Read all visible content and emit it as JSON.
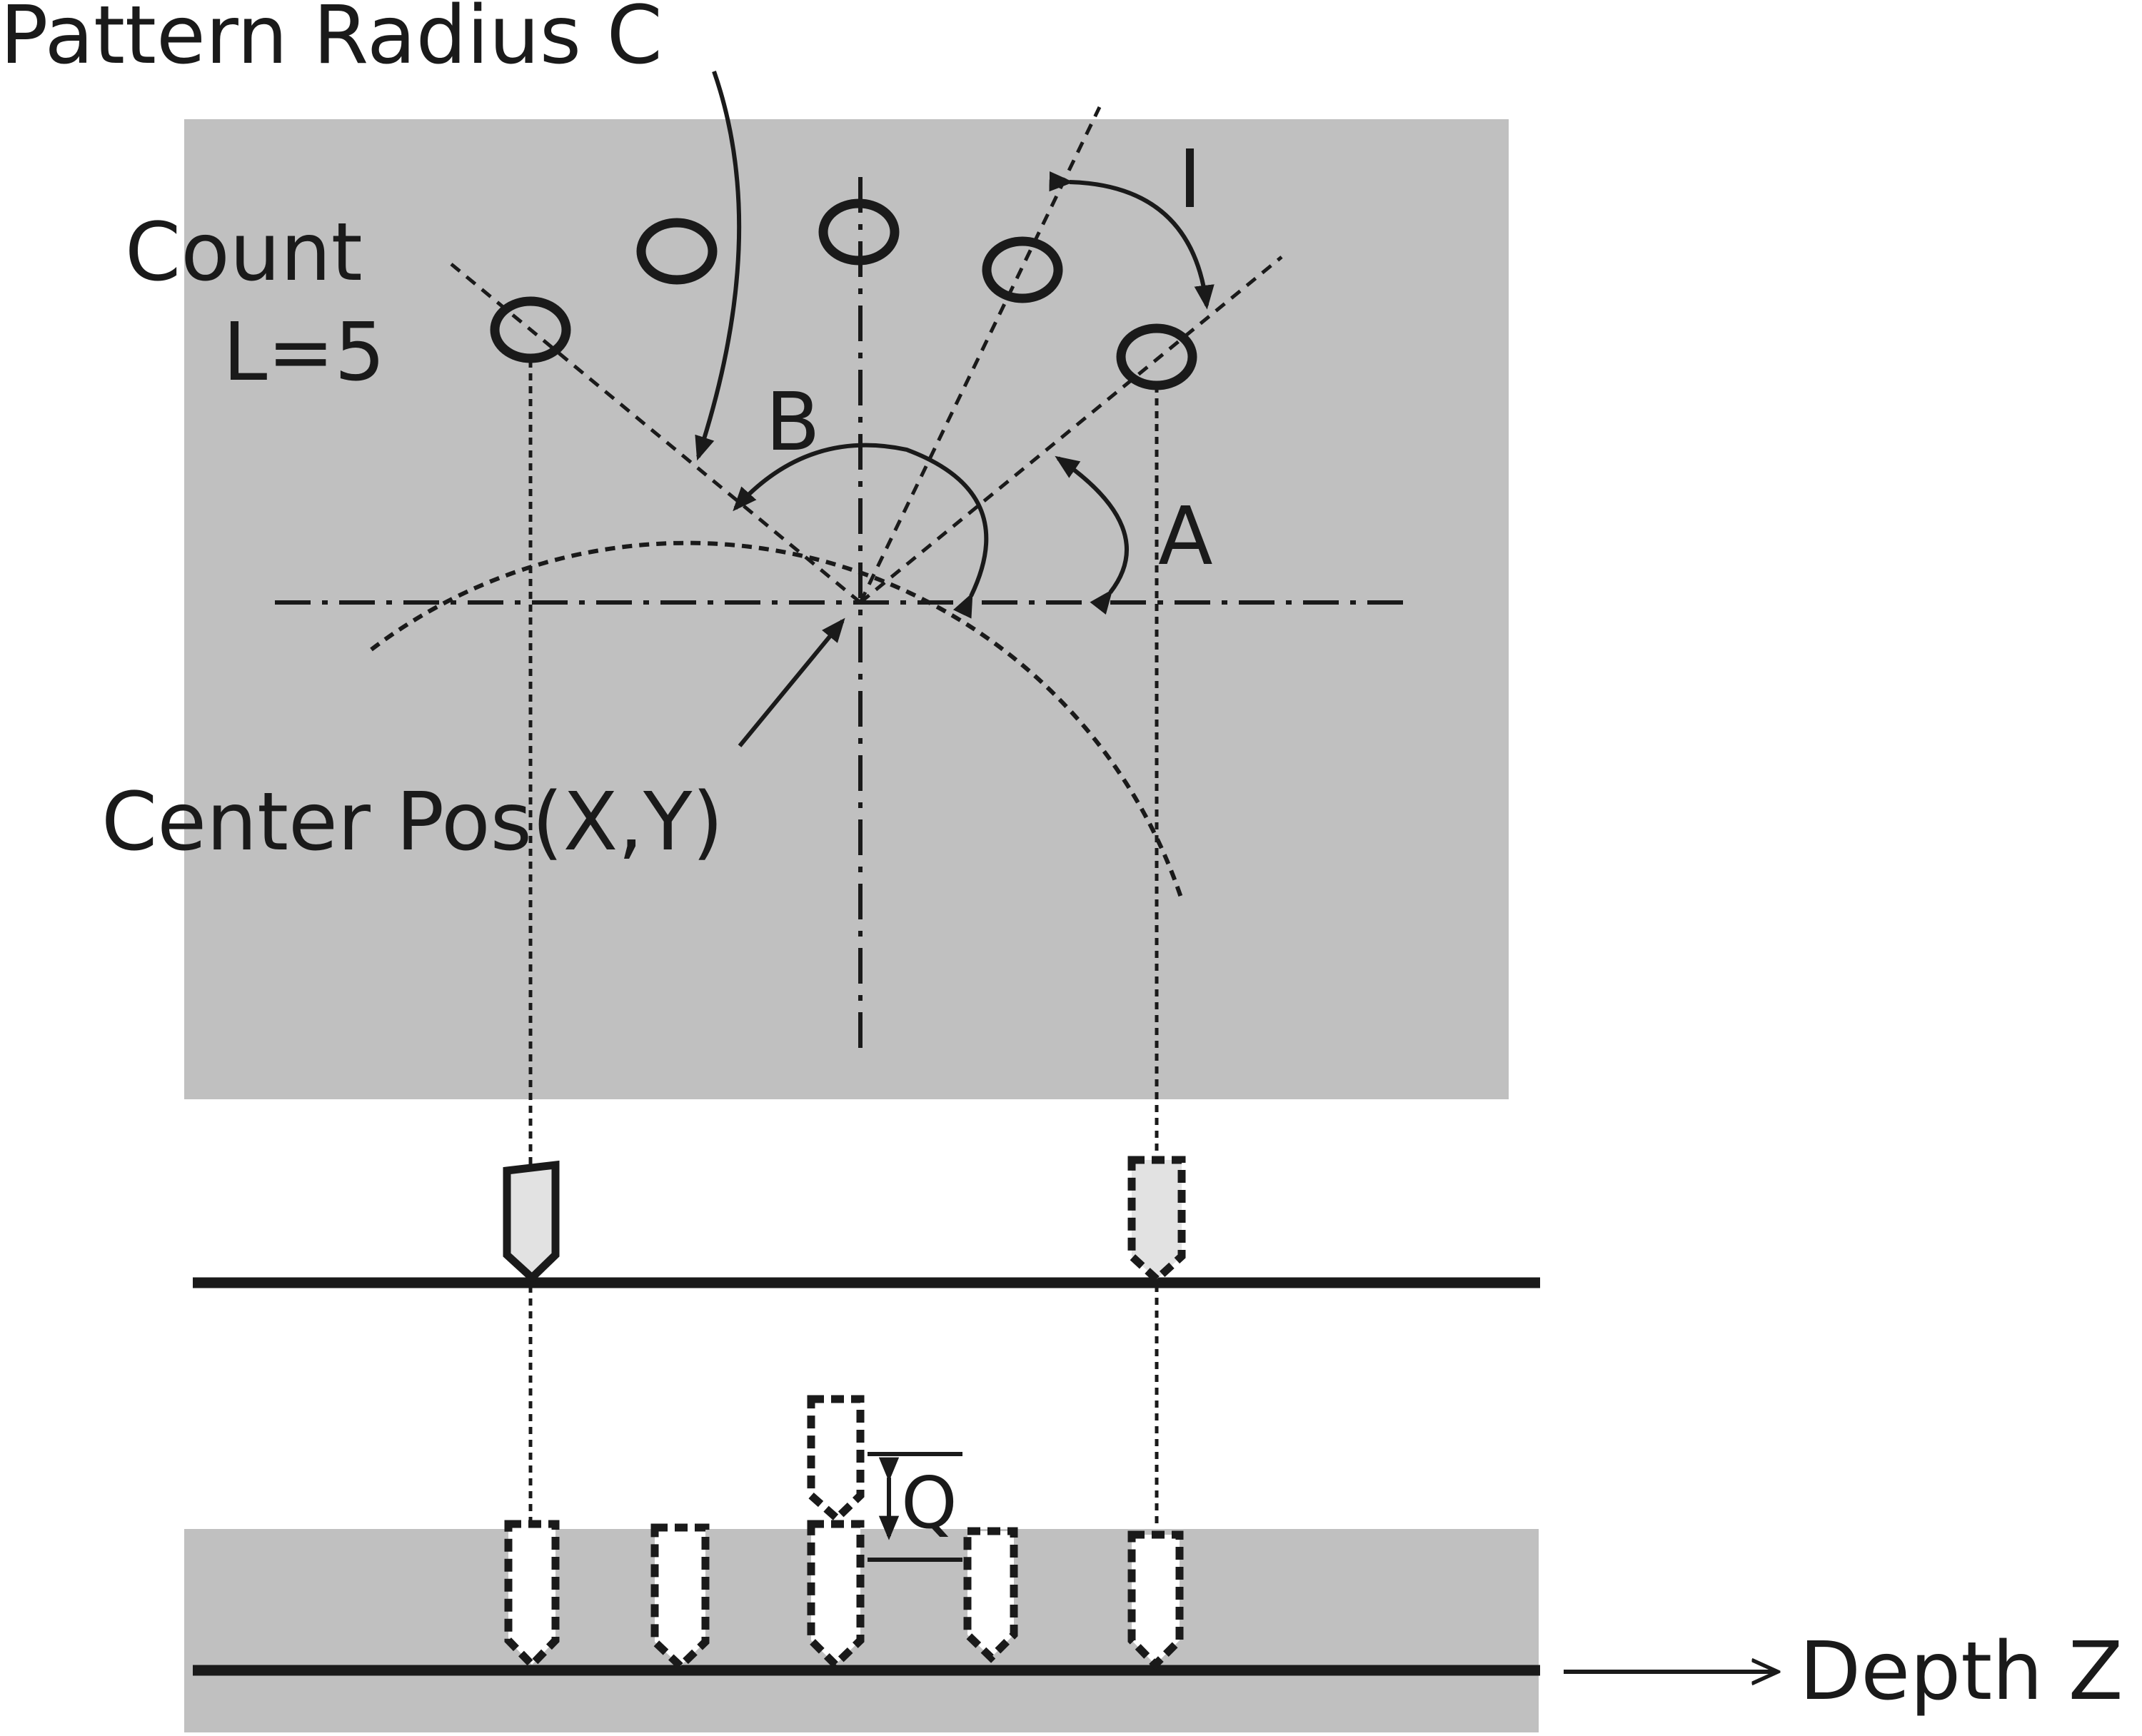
{
  "labels": {
    "pattern_radius": "Pattern Radius C",
    "count": "Count",
    "count_value": "L=5",
    "angle_b": "B",
    "angle_a": "A",
    "angle_i": "I",
    "center_pos": "Center Pos(X,Y)",
    "q": "Q",
    "depth": "Depth Z"
  },
  "colors": {
    "panel": "#c0c0c0",
    "ink": "#1a1a1a",
    "tool_fill": "#e2e2e2",
    "background": "#ffffff"
  }
}
